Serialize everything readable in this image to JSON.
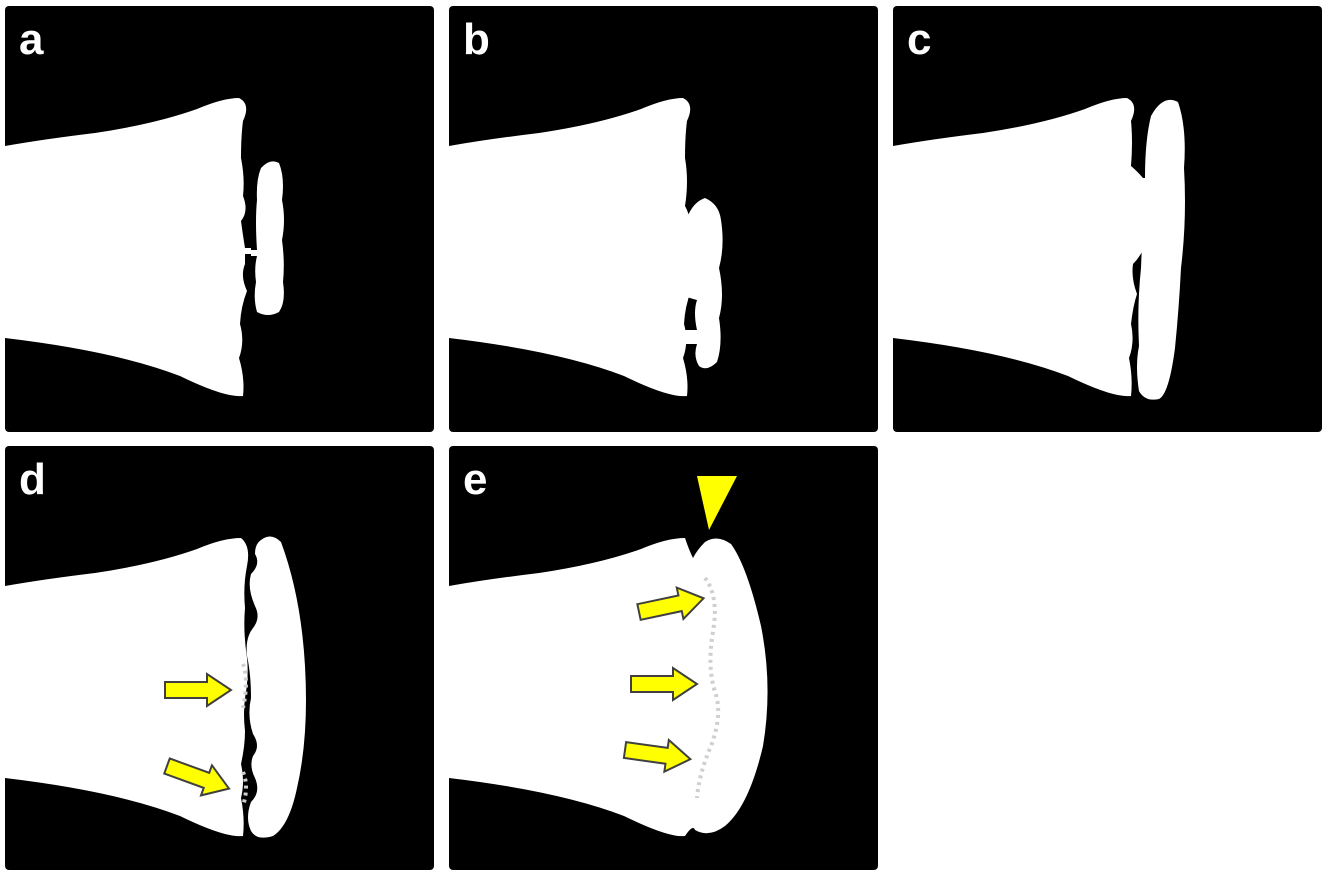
{
  "figure": {
    "panels": [
      {
        "label": "a"
      },
      {
        "label": "b"
      },
      {
        "label": "c"
      },
      {
        "label": "d"
      },
      {
        "label": "e"
      }
    ]
  },
  "colors": {
    "panel_background": "#000000",
    "tissue": "#ffffff",
    "arrow_fill": "#ffff00",
    "arrow_stroke": "#404040",
    "dotted_line": "#cfcfcf"
  },
  "annotations": {
    "panel_d_arrows": 2,
    "panel_e_arrows": 3,
    "panel_e_arrowhead": 1
  }
}
